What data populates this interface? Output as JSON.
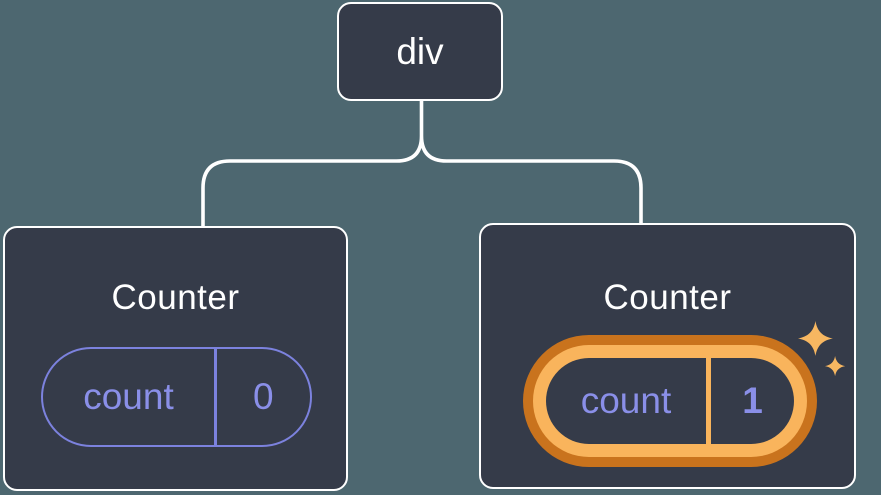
{
  "colors": {
    "background": "#4D6770",
    "node_fill": "#353B49",
    "node_border": "#FFFFFF",
    "connector": "#FFFFFF",
    "state_purple": "#8A8FE8",
    "pill_border_purple": "#7C82DE",
    "highlight_dark_orange": "#C9731D",
    "highlight_light_orange": "#F9B45C",
    "sparkle_orange": "#F7B761"
  },
  "tree": {
    "root": {
      "label": "div"
    },
    "children": [
      {
        "title": "Counter",
        "state_key": "count",
        "state_value": "0",
        "highlighted": false
      },
      {
        "title": "Counter",
        "state_key": "count",
        "state_value": "1",
        "highlighted": true,
        "icon": "sparkles-icon"
      }
    ]
  }
}
